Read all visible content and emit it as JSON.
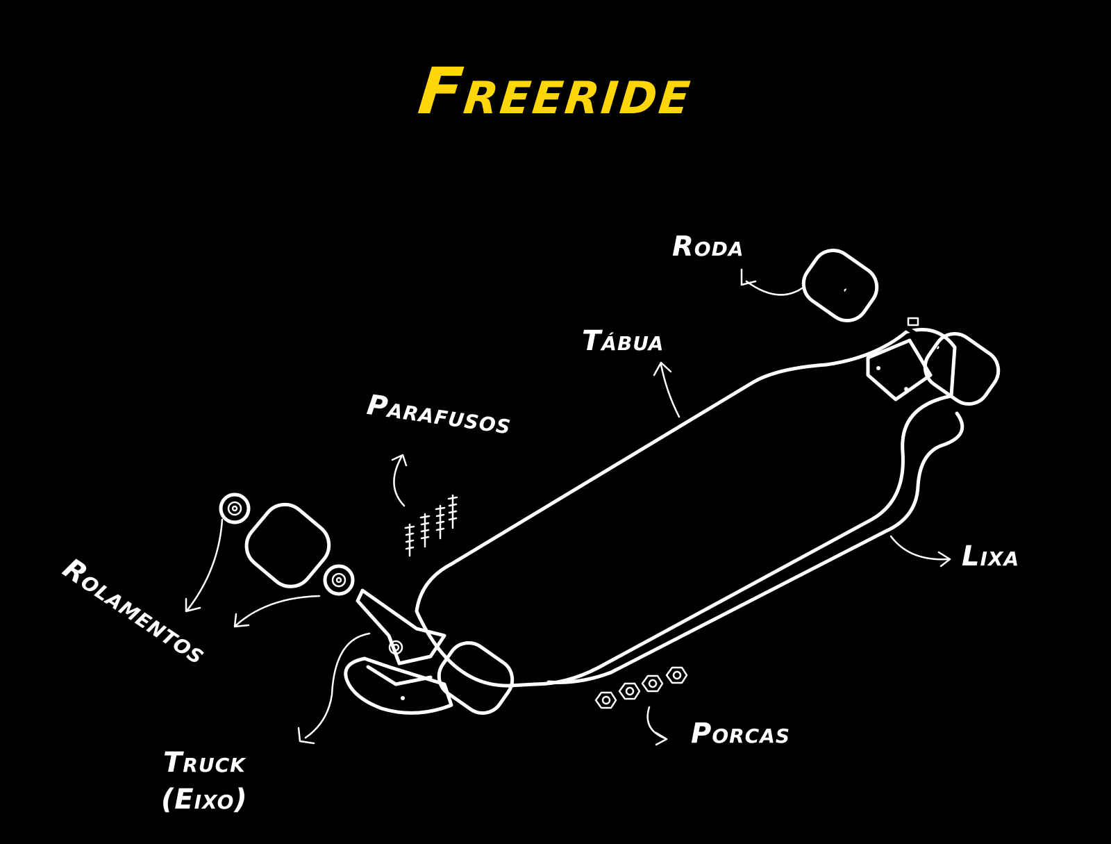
{
  "title": "Freeride",
  "colors": {
    "background": "#000000",
    "title": "#FFD60A",
    "lines": "#FFFFFF"
  },
  "labels": {
    "roda": "Roda",
    "tabua": "Tábua",
    "parafusos": "Parafusos",
    "lixa": "Lixa",
    "rolamentos": "Rolamentos",
    "truck": "Truck",
    "eixo": "(Eixo)",
    "porcas": "Porcas"
  }
}
